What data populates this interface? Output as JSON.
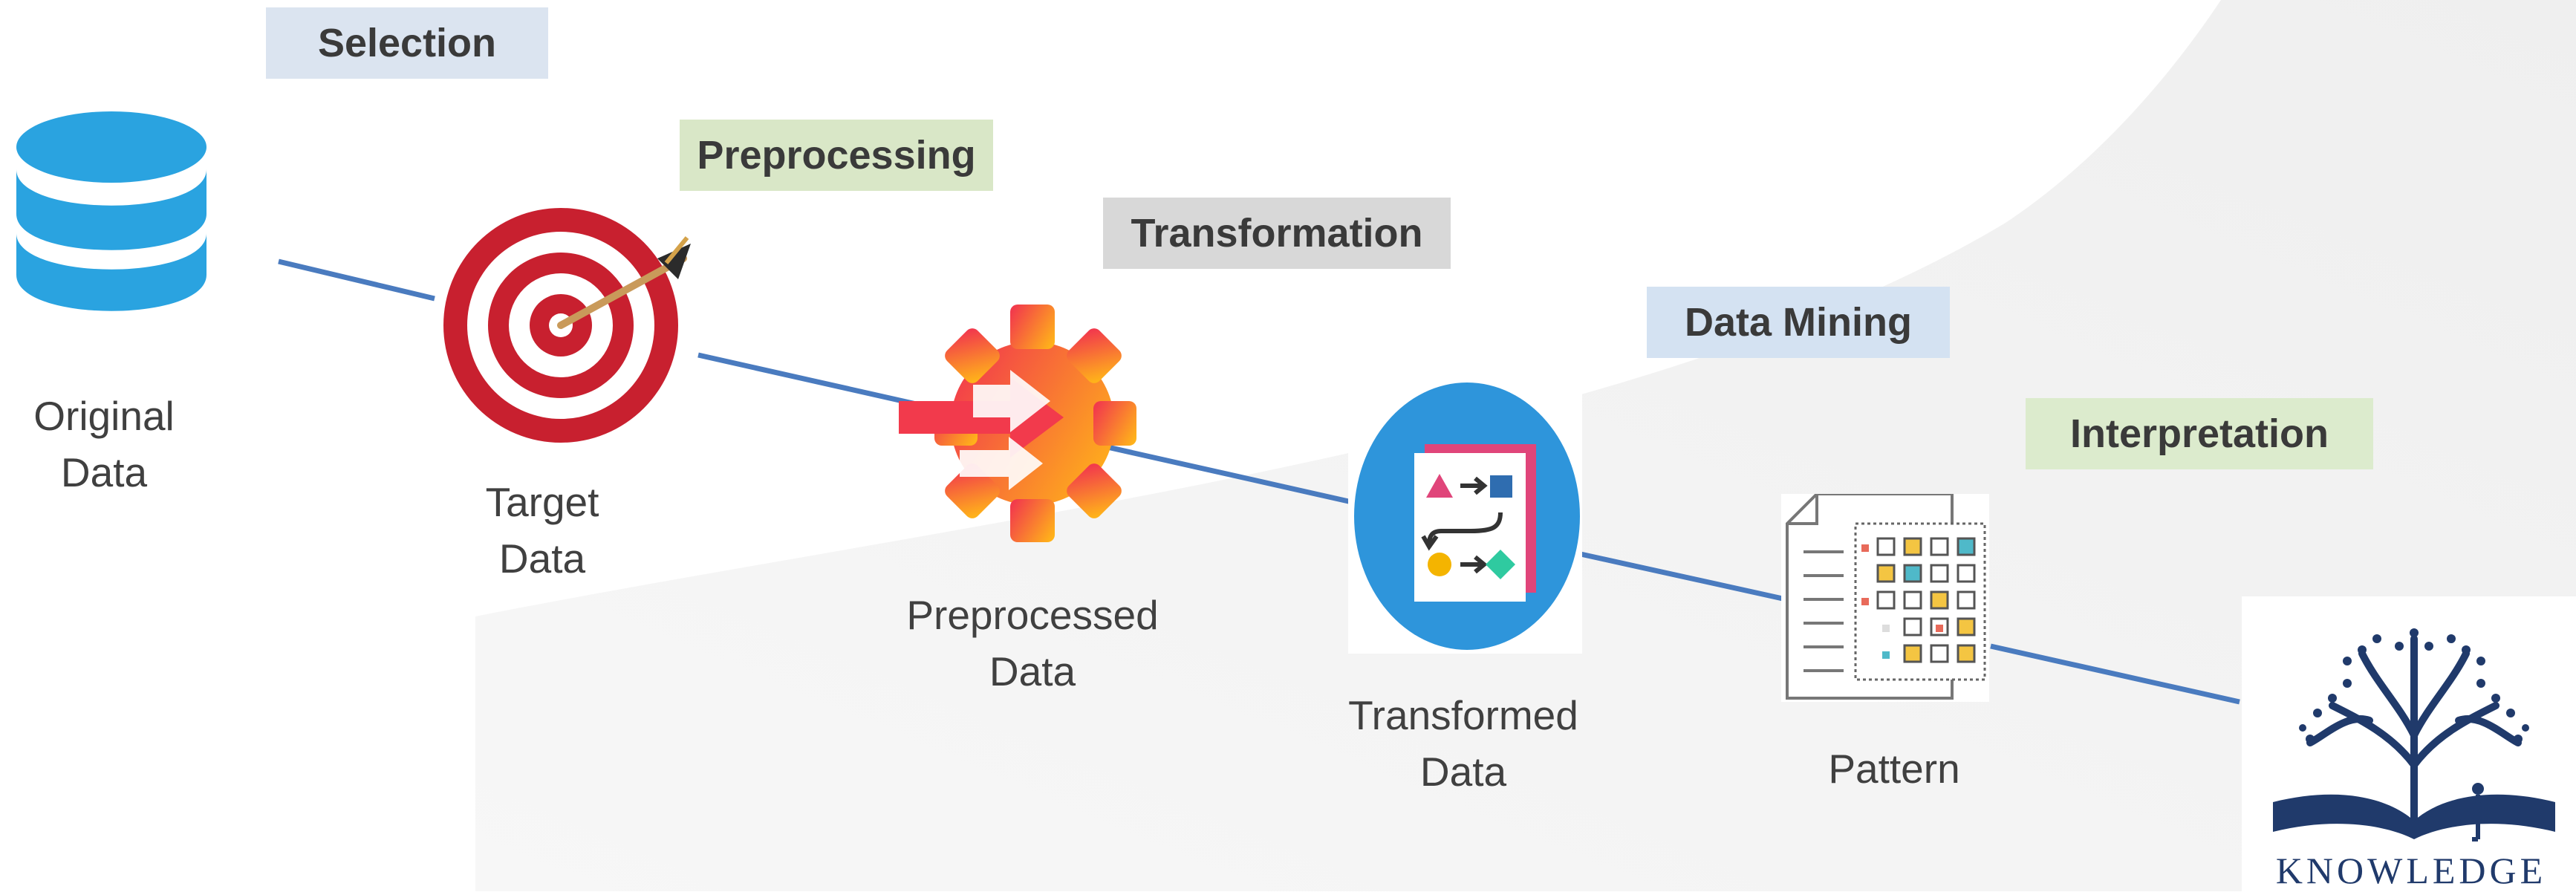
{
  "steps": [
    {
      "label": "Selection",
      "color": "#dbe4f0"
    },
    {
      "label": "Preprocessing",
      "color": "#d9e7c7"
    },
    {
      "label": "Transformation",
      "color": "#d8d8d8"
    },
    {
      "label": "Data Mining",
      "color": "#d4e2f2"
    },
    {
      "label": "Interpretation",
      "color": "#dcebcd"
    }
  ],
  "nodes": [
    {
      "line1": "Original",
      "line2": "Data",
      "icon": "database-icon"
    },
    {
      "line1": "Target",
      "line2": "Data",
      "icon": "target-icon"
    },
    {
      "line1": "Preprocessed",
      "line2": "Data",
      "icon": "gear-arrows-icon"
    },
    {
      "line1": "Transformed",
      "line2": "Data",
      "icon": "transformation-icon"
    },
    {
      "line1": "Pattern",
      "line2": "",
      "icon": "pattern-document-icon"
    }
  ],
  "knowledge": {
    "logo_text": "KNOWLEDGE",
    "icon": "knowledge-tree-icon"
  },
  "colors": {
    "flow_line": "#4a7bbf",
    "database": "#2aa3e0",
    "target_red": "#c8202f",
    "gear_start": "#f23a4c",
    "gear_end": "#ffb21a",
    "transform_circle": "#2e95db",
    "logo_navy": "#203a6b"
  }
}
